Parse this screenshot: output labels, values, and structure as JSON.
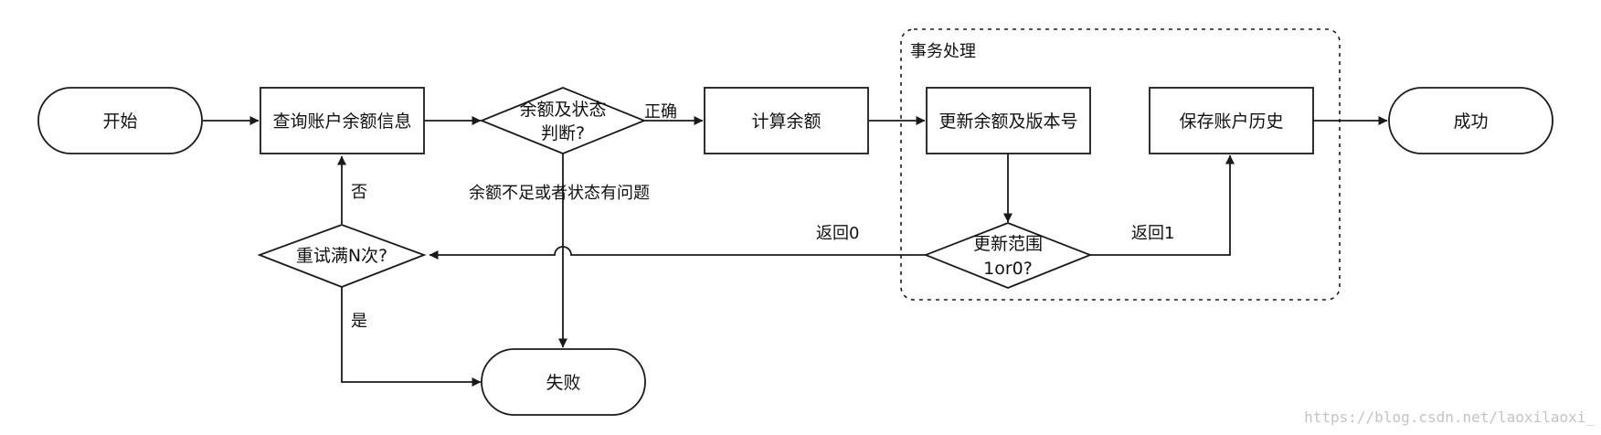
{
  "group": {
    "label": "事务处理"
  },
  "nodes": {
    "start": "开始",
    "query": "查询账户余额信息",
    "check": [
      "余额及状态",
      "判断?"
    ],
    "calc": "计算余额",
    "update": "更新余额及版本号",
    "save": "保存账户历史",
    "success": "成功",
    "range": [
      "更新范围",
      "1or0?"
    ],
    "retry": "重试满N次?",
    "fail": "失败"
  },
  "edges": {
    "correct": "正确",
    "insufficient": "余额不足或者状态有问题",
    "no": "否",
    "yes": "是",
    "return0": "返回0",
    "return1": "返回1"
  },
  "watermark": "https://blog.csdn.net/laoxilaoxi_"
}
